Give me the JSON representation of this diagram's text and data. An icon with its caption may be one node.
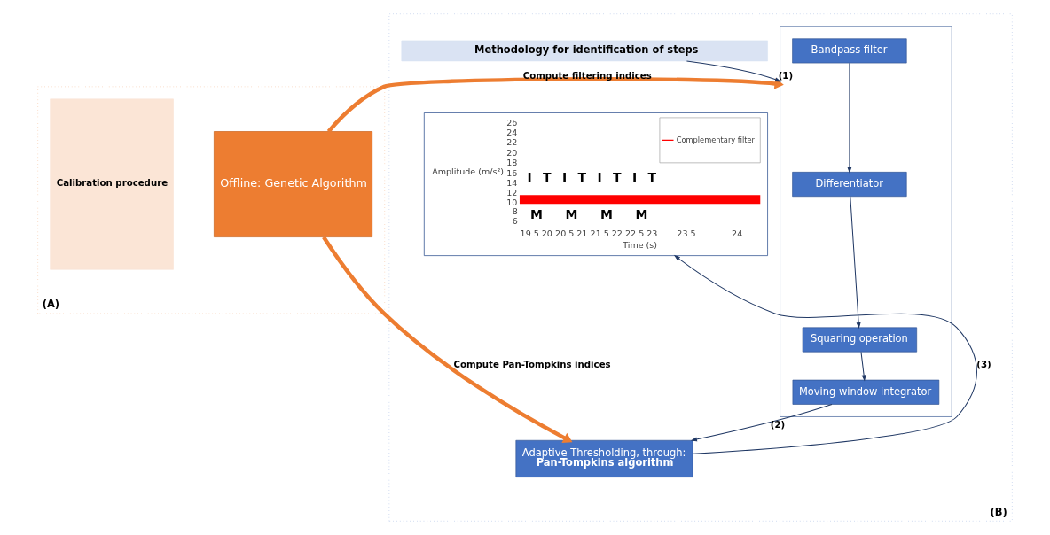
{
  "diagram": {
    "nodes": [
      {
        "text": [
          "(A)"
        ]
      },
      {
        "text": [
          "Calibration procedure"
        ],
        "in": 0
      },
      {
        "text": [
          "Offline: Genetic Algorithm"
        ],
        "in": 0
      },
      {
        "text": [
          "(B)"
        ]
      },
      {
        "text": [
          "Methodology for identification of steps"
        ],
        "in": 3
      },
      {
        "text": [],
        "shape": "box",
        "in": 3
      },
      {
        "text": [
          "Bandpass filter"
        ],
        "in": 5
      },
      {
        "text": [
          "Differentiator"
        ],
        "in": 5
      },
      {
        "text": [
          "Squaring operation"
        ],
        "in": 5
      },
      {
        "text": [
          "Moving window integrator"
        ],
        "in": 5
      },
      {
        "text": [
          "Adaptive Thresholding, through:",
          "Pan-Tompkins algorithm"
        ],
        "in": 3
      },
      {
        "text": [
          "26",
          "24",
          "22",
          "20",
          "18",
          "16",
          "14",
          "12",
          "10",
          "8",
          "6",
          "Amplitude (m/s²)",
          "Complementary filter",
          "I",
          "T",
          "I",
          "T",
          "I",
          "T",
          "I",
          "T",
          "M",
          "M",
          "M",
          "M",
          "19.5",
          "20",
          "20.5",
          "21",
          "21.5",
          "22",
          "22.5",
          "23",
          "23.5",
          "24",
          "Time (s)"
        ],
        "in": 3
      }
    ],
    "edges": [
      {
        "from": 2,
        "to": 5,
        "arrow": "to",
        "label": "Compute filtering indices",
        "style": "thick",
        "color": "#ed7d31"
      },
      {
        "from": 2,
        "to": 10,
        "arrow": "to",
        "label": "Compute Pan-Tompkins indices",
        "style": "thick",
        "color": "#ed7d31"
      },
      {
        "from": 4,
        "to": 5,
        "arrow": "to",
        "label": "(1)"
      },
      {
        "from": 6,
        "to": 7,
        "arrow": "to"
      },
      {
        "from": 7,
        "to": 8,
        "arrow": "to"
      },
      {
        "from": 8,
        "to": 9,
        "arrow": "to"
      },
      {
        "from": 9,
        "to": 10,
        "arrow": "to",
        "label": "(2)"
      },
      {
        "from": 10,
        "to": 11,
        "arrow": "to",
        "label": "(3)"
      }
    ]
  }
}
